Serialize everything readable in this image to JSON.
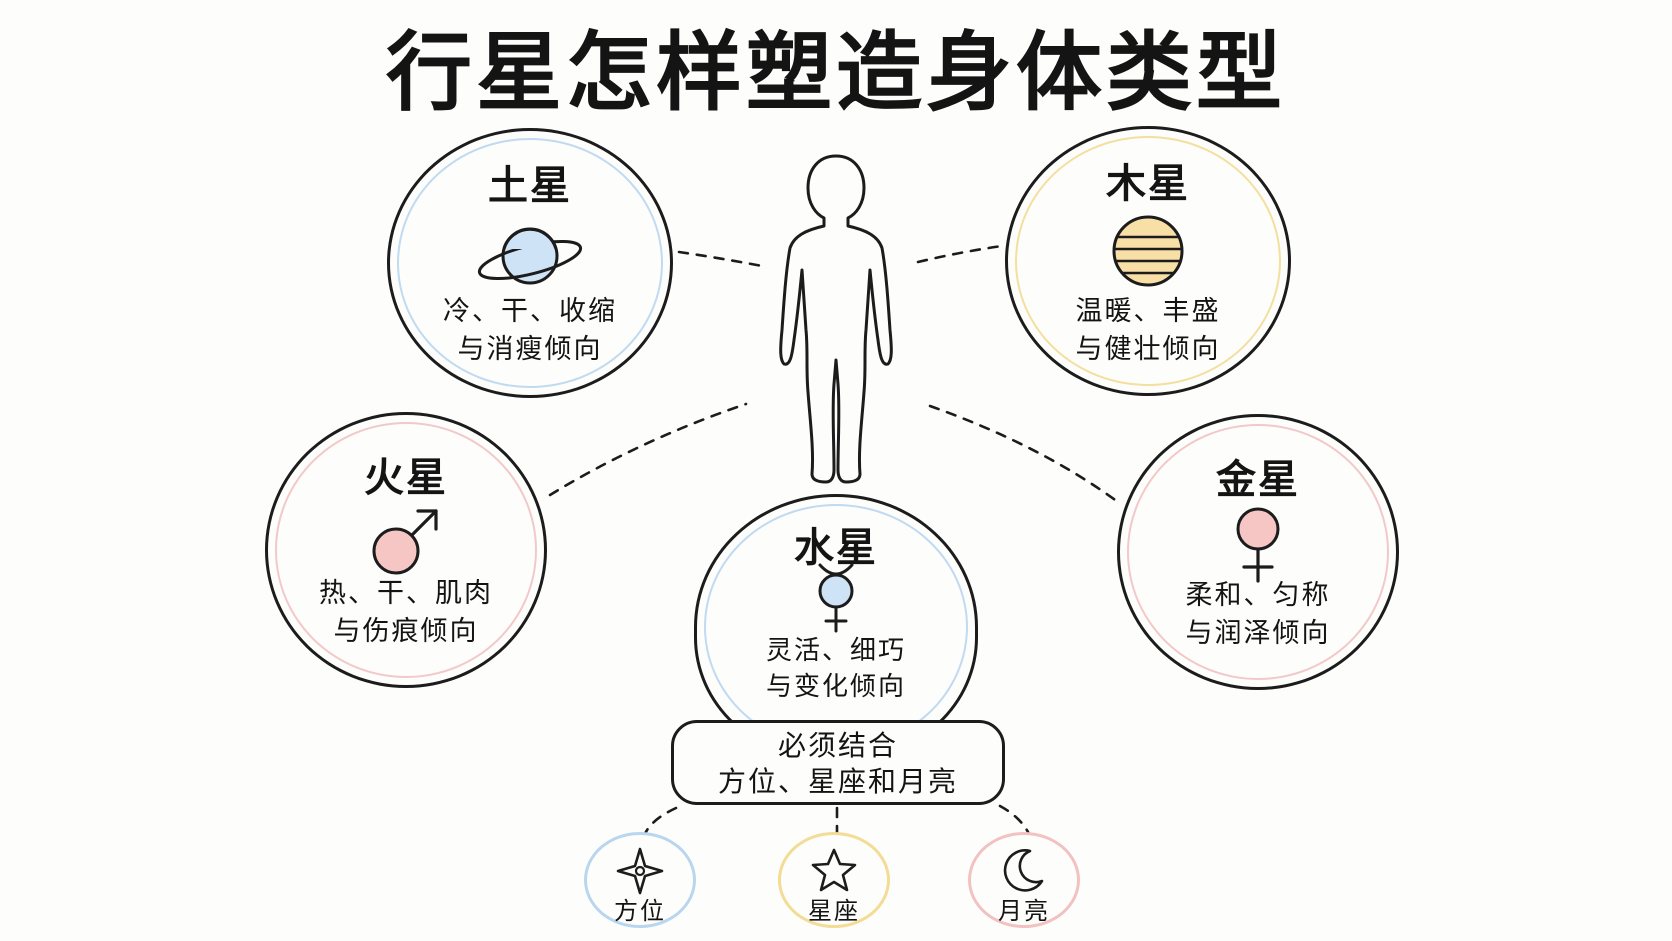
{
  "title": "行星怎样塑造身体类型",
  "planets": {
    "saturn": {
      "name": "土星",
      "desc_line1": "冷、干、收缩",
      "desc_line2": "与消瘦倾向",
      "symbol": "saturn-ringed-planet",
      "tint": "#b9d6ef",
      "fill": "#cfe3f6"
    },
    "jupiter": {
      "name": "木星",
      "desc_line1": "温暖、丰盛",
      "desc_line2": "与健壮倾向",
      "symbol": "jupiter-banded-planet",
      "tint": "#f3dc95",
      "fill": "#f7dfa6"
    },
    "mars": {
      "name": "火星",
      "desc_line1": "热、干、肌肉",
      "desc_line2": "与伤痕倾向",
      "symbol": "mars-symbol",
      "tint": "#f2c2c2",
      "fill": "#f6c6c4"
    },
    "mercury": {
      "name": "水星",
      "desc_line1": "灵活、细巧",
      "desc_line2": "与变化倾向",
      "symbol": "mercury-symbol",
      "tint": "#b9d6ef",
      "fill": "#cfe3f6"
    },
    "venus": {
      "name": "金星",
      "desc_line1": "柔和、匀称",
      "desc_line2": "与润泽倾向",
      "symbol": "venus-symbol",
      "tint": "#f2c2c2",
      "fill": "#f6c6c4"
    }
  },
  "note": {
    "line1": "必须结合",
    "line2": "方位、星座和月亮"
  },
  "factors": {
    "direction": {
      "label": "方位",
      "icon": "compass-star-icon",
      "tint": "#b9d6ef"
    },
    "zodiac": {
      "label": "星座",
      "icon": "star-icon",
      "tint": "#f3dc95"
    },
    "moon": {
      "label": "月亮",
      "icon": "crescent-moon-icon",
      "tint": "#f2c2c2"
    }
  }
}
